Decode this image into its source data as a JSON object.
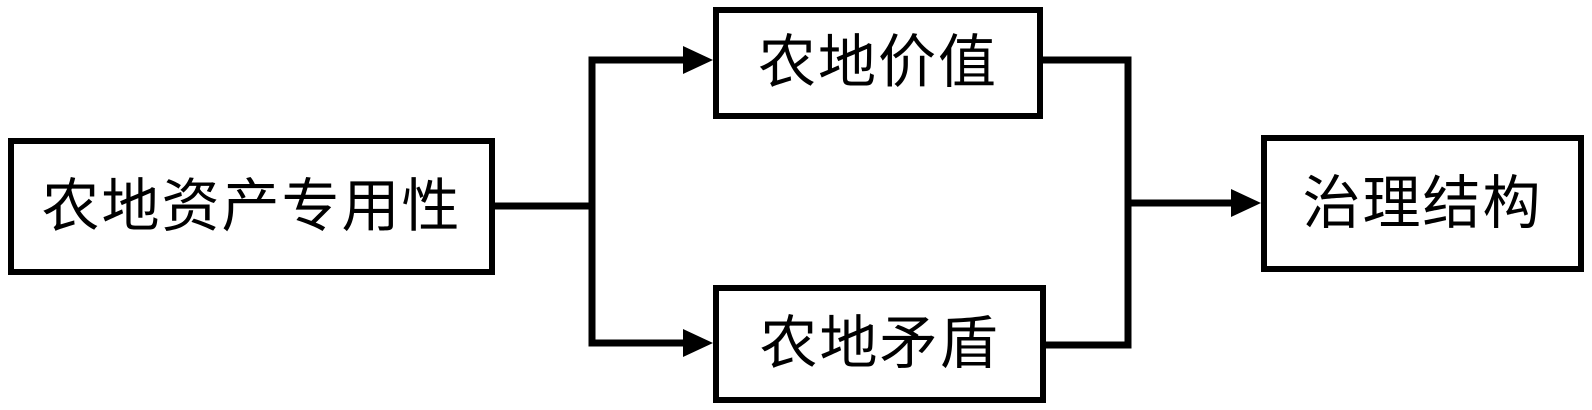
{
  "diagram": {
    "title": "farmland-asset-specificity-governance-flow",
    "nodes": {
      "source": {
        "label": "农地资产专用性"
      },
      "top": {
        "label": "农地价值"
      },
      "bottom": {
        "label": "农地矛盾"
      },
      "target": {
        "label": "治理结构"
      }
    },
    "edges": [
      {
        "from": "source",
        "to": "top"
      },
      {
        "from": "source",
        "to": "bottom"
      },
      {
        "from": "top",
        "to": "target"
      },
      {
        "from": "bottom",
        "to": "target"
      }
    ],
    "colors": {
      "line": "#000000",
      "fill": "#000000",
      "background": "#ffffff"
    }
  }
}
